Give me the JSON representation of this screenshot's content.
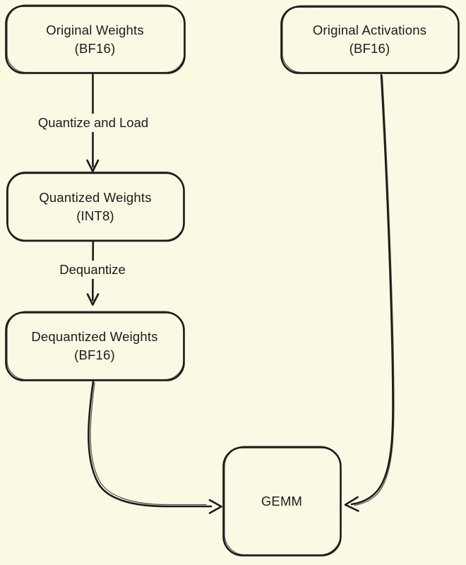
{
  "diagram": {
    "background_color": "#fbf8e3",
    "stroke_color": "#1b1b1b",
    "text_color": "#1c1c1c"
  },
  "nodes": {
    "original_weights": {
      "line1": "Original Weights",
      "line2": "(BF16)"
    },
    "original_activations": {
      "line1": "Original Activations",
      "line2": "(BF16)"
    },
    "quantized_weights": {
      "line1": "Quantized Weights",
      "line2": "(INT8)"
    },
    "dequantized_weights": {
      "line1": "Dequantized Weights",
      "line2": "(BF16)"
    },
    "gemm": {
      "line1": "GEMM"
    }
  },
  "edge_labels": {
    "quantize_and_load": "Quantize and Load",
    "dequantize": "Dequantize"
  },
  "edges": [
    {
      "from": "original_weights",
      "to": "quantized_weights",
      "label": "Quantize and Load"
    },
    {
      "from": "quantized_weights",
      "to": "dequantized_weights",
      "label": "Dequantize"
    },
    {
      "from": "dequantized_weights",
      "to": "gemm",
      "label": ""
    },
    {
      "from": "original_activations",
      "to": "gemm",
      "label": ""
    }
  ]
}
